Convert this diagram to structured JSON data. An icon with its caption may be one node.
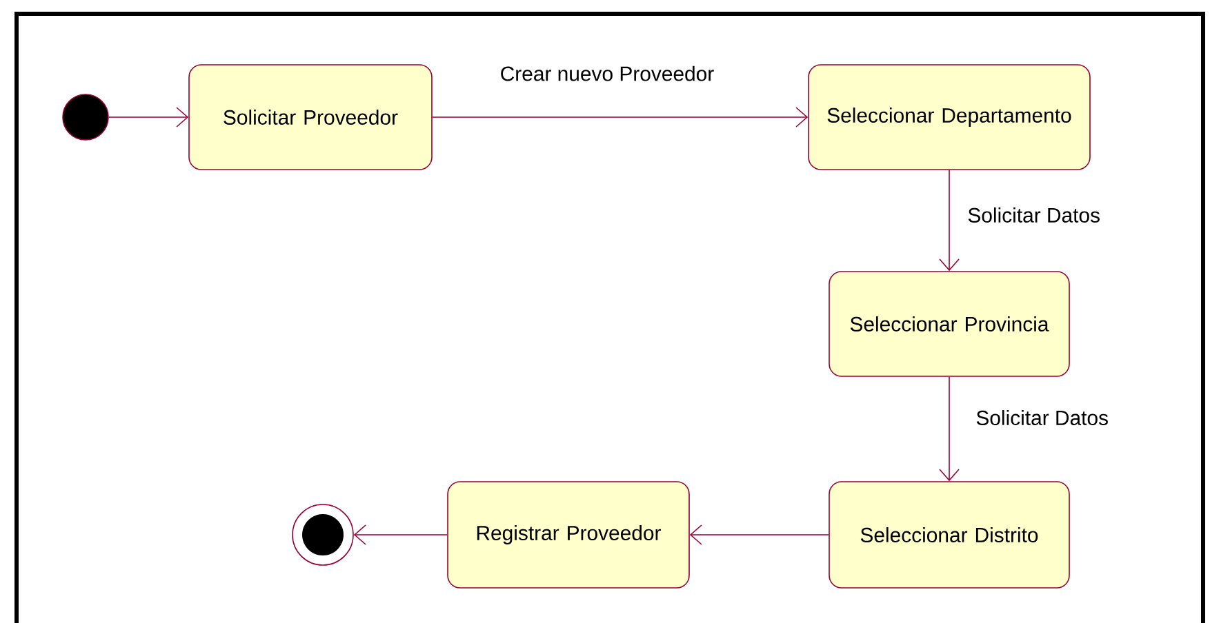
{
  "diagram": {
    "nodes": [
      {
        "text": [],
        "shape": "circle"
      },
      {
        "text": [
          "Solicitar Proveedor"
        ]
      },
      {
        "text": [
          "Seleccionar Departamento"
        ]
      },
      {
        "text": [
          "Seleccionar Provincia"
        ]
      },
      {
        "text": [
          "Seleccionar Distrito"
        ]
      },
      {
        "text": [
          "Registrar Proveedor"
        ]
      },
      {
        "text": [],
        "shape": "circle"
      }
    ],
    "edges": [
      {
        "from": 0,
        "to": 1,
        "arrow": "to"
      },
      {
        "from": 1,
        "to": 2,
        "arrow": "to",
        "label": "Crear nuevo Proveedor"
      },
      {
        "from": 2,
        "to": 3,
        "arrow": "to",
        "label": "Solicitar Datos"
      },
      {
        "from": 3,
        "to": 4,
        "arrow": "to",
        "label": "Solicitar Datos"
      },
      {
        "from": 4,
        "to": 5,
        "arrow": "to"
      },
      {
        "from": 5,
        "to": 6,
        "arrow": "to"
      }
    ]
  }
}
